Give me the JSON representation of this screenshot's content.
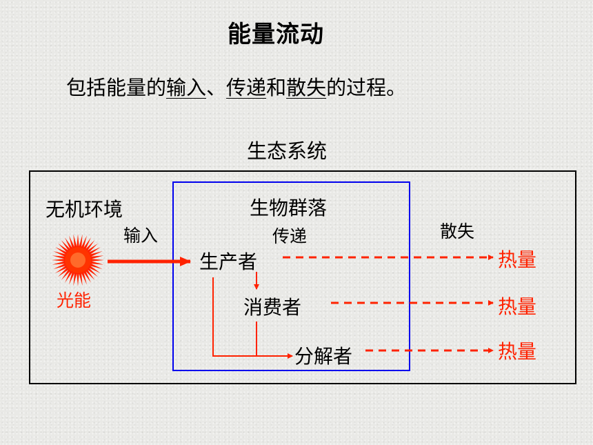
{
  "title": "能量流动",
  "description": {
    "prefix": "包括能量的",
    "input": "输入",
    "sep1": "、",
    "transfer": "传递",
    "and": "和",
    "dissipation": "散失",
    "suffix": "的过程。"
  },
  "diagram": {
    "ecosystem_label": "生态系统",
    "abiotic_environment": "无机环境",
    "community": "生物群落",
    "input_label": "输入",
    "transfer_label": "传递",
    "dissipation_label": "散失",
    "light_energy": "光能",
    "producer": "生产者",
    "consumer": "消费者",
    "decomposer": "分解者",
    "heat": [
      "热量",
      "热量",
      "热量"
    ],
    "colors": {
      "arrow_red": "#ff2200",
      "community_border": "#0000ee",
      "sun": "#ff2200"
    }
  }
}
